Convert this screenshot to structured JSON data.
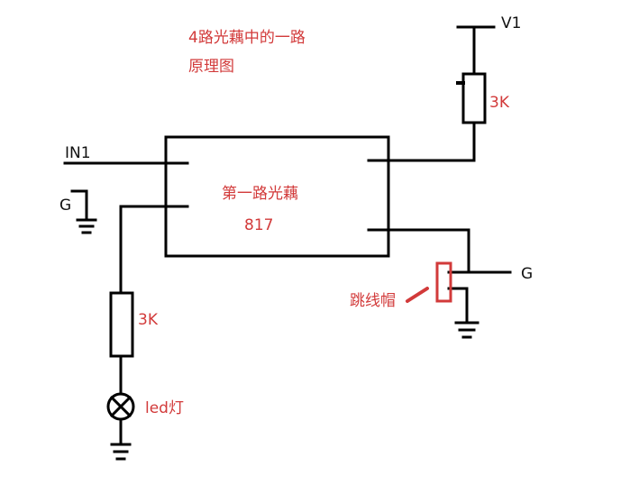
{
  "title": {
    "line1": "4路光藕中的一路",
    "line2": "原理图"
  },
  "labels": {
    "v1": "V1",
    "r_top": "3K",
    "in1": "IN1",
    "g_left": "G",
    "chip_name": "第一路光藕",
    "chip_part": "817",
    "g_right": "G",
    "jumper": "跳线帽",
    "r_bottom": "3K",
    "led": "led灯"
  },
  "colors": {
    "wire": "#000000",
    "annotation": "#d23a3a",
    "text": "#111111"
  }
}
